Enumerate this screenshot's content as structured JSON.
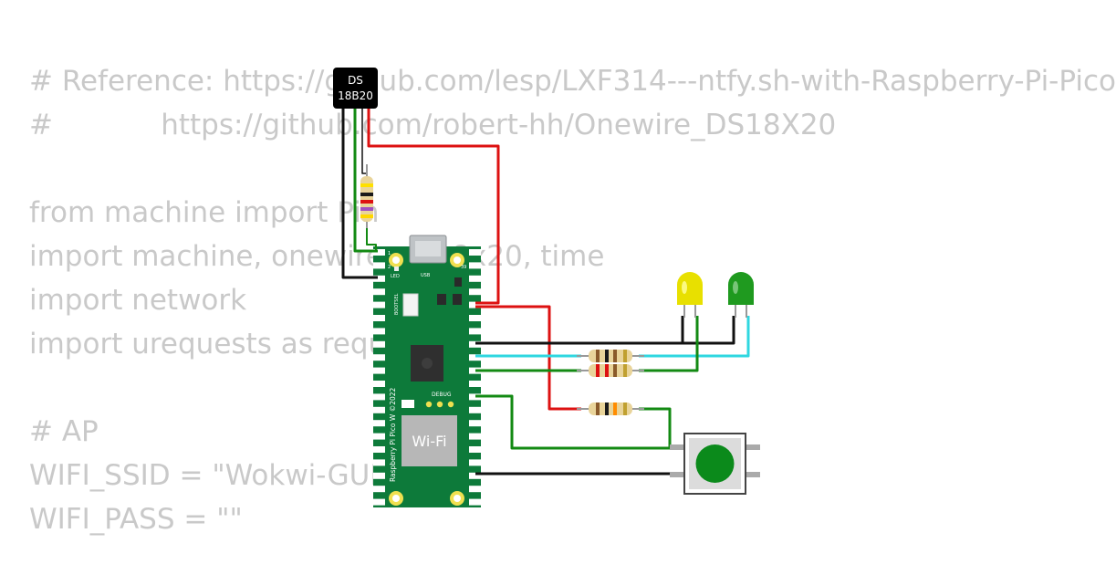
{
  "code_lines": [
    "# Reference: https://github.com/lesp/LXF314---ntfy.sh-with-Raspberry-Pi-Pico",
    "#            https://github.com/robert-hh/Onewire_DS18X20",
    "",
    "from machine import Pin",
    "import machine, onewire, ds18x20, time",
    "import network",
    "import urequests as requests",
    "",
    "# AP",
    "WIFI_SSID = \"Wokwi-GUEST\"",
    "WIFI_PASS = \"\""
  ],
  "sensor": {
    "label_line1": "DS",
    "label_line2": "18B20"
  },
  "pico": {
    "name": "Raspberry Pi Pico W ©2022",
    "wifi": "Wi-Fi",
    "debug": "DEBUG",
    "bootsel": "BOOTSEL",
    "led": "LED",
    "usb": "USB",
    "pin_1": "1",
    "pin_2": "2",
    "pin_39": "39"
  },
  "leds": [
    {
      "color_name": "yellow",
      "color": "#e8e000"
    },
    {
      "color_name": "green",
      "color": "#1f9a1f"
    }
  ],
  "colors": {
    "wire_red": "#dd1111",
    "wire_black": "#111111",
    "wire_green": "#138a13",
    "wire_cyan": "#2fd7e0",
    "board_green": "#0d7a3a",
    "button_green": "#0b8a1b"
  }
}
